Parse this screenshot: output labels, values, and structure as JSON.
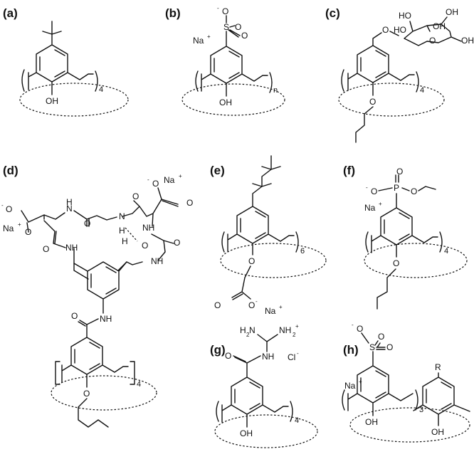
{
  "panels": {
    "a": {
      "label": "(a)",
      "oh": "OH",
      "n": "4"
    },
    "b": {
      "label": "(b)",
      "na": "Na",
      "plus": "+",
      "ominus": "O",
      "minus": "-",
      "s": "S",
      "o1": "O",
      "o2": "O",
      "oh": "OH",
      "n": "n"
    },
    "c": {
      "label": "(c)",
      "o": "O",
      "ho1": "HO",
      "ho2": "HO",
      "oh1": "OH",
      "oh2": "OH",
      "oh3": "OH",
      "o_ring": "O",
      "n": "4"
    },
    "d": {
      "label": "(d)",
      "o_m1": "O",
      "minus1": "-",
      "na1": "Na",
      "plus1": "+",
      "o_m2": "O",
      "minus2": "-",
      "na2": "Na",
      "plus2": "+",
      "o1": "O",
      "o2": "O",
      "o3": "O",
      "o4": "O",
      "o5": "O",
      "o6": "O",
      "o7": "O",
      "nh1": "N",
      "h1": "H",
      "nh2": "N",
      "h2": "H",
      "nh3": "NH",
      "nh4": "NH",
      "nh5": "NH",
      "nh6": "NH",
      "hdot": "H",
      "n": "4"
    },
    "e": {
      "label": "(e)",
      "o": "O",
      "o2": "O",
      "o3": "O",
      "minus": "-",
      "na": "Na",
      "plus": "+",
      "n": "6"
    },
    "f": {
      "label": "(f)",
      "ominus": "O",
      "minus": "-",
      "na": "Na",
      "plus": "+",
      "p": "P",
      "o1": "O",
      "o2": "O",
      "o3": "O",
      "n": "4"
    },
    "g": {
      "label": "(g)",
      "h2n": "H",
      "two1": "2",
      "n1": "N",
      "nh2": "NH",
      "two2": "2",
      "plus": "+",
      "nh": "NH",
      "cl": "Cl",
      "minus": "-",
      "o": "O",
      "oh": "OH",
      "n": "4"
    },
    "h": {
      "label": "(h)",
      "ominus": "O",
      "minus": "-",
      "na": "Na",
      "plus": "+",
      "s": "S",
      "o1": "O",
      "o2": "O",
      "r": "R",
      "oh1": "OH",
      "oh2": "OH",
      "n": "3"
    }
  }
}
